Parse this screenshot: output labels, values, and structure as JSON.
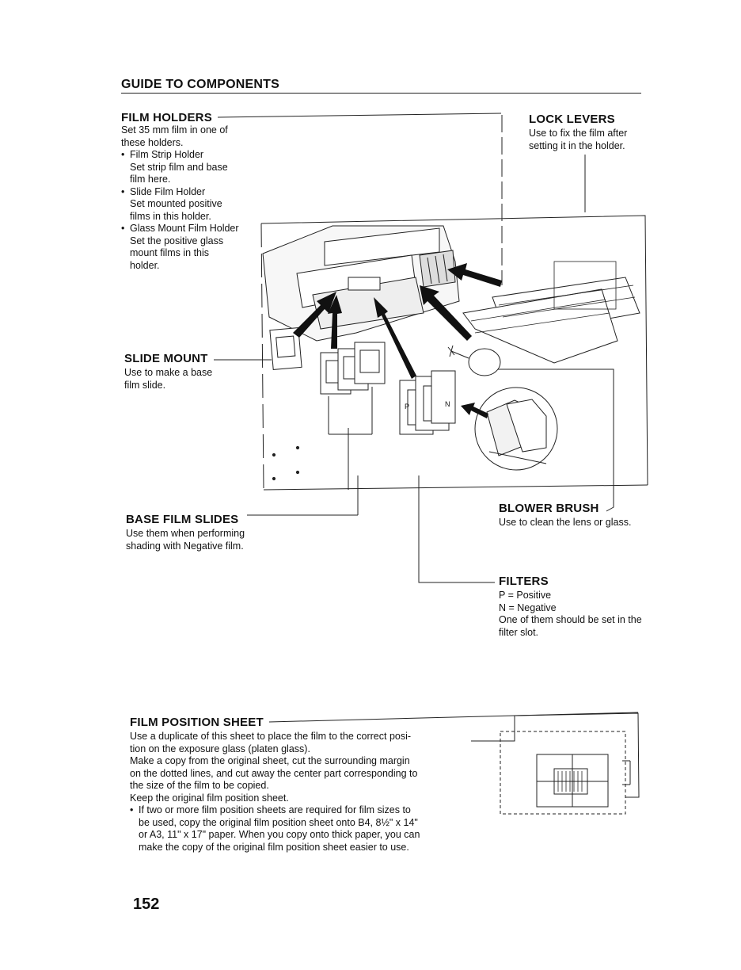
{
  "page": {
    "title": "GUIDE TO COMPONENTS",
    "number": "152"
  },
  "film_holders": {
    "heading": "FILM HOLDERS",
    "intro": [
      "Set 35 mm film in one of",
      "these holders."
    ],
    "items": [
      {
        "name": "Film Strip Holder",
        "desc": [
          "Set strip film and base",
          "film here."
        ]
      },
      {
        "name": "Slide Film Holder",
        "desc": [
          "Set mounted positive",
          "films in this holder."
        ]
      },
      {
        "name": "Glass Mount Film Holder",
        "desc": [
          "Set the positive glass",
          "mount films in this",
          "holder."
        ]
      }
    ]
  },
  "lock_levers": {
    "heading": "LOCK LEVERS",
    "desc": [
      "Use to fix the film after",
      "setting it in the holder."
    ]
  },
  "slide_mount": {
    "heading": "SLIDE MOUNT",
    "desc": [
      "Use to make a base",
      "film slide."
    ]
  },
  "base_film_slides": {
    "heading": "BASE FILM SLIDES",
    "desc": [
      "Use them when performing",
      "shading with Negative film."
    ]
  },
  "blower_brush": {
    "heading": "BLOWER BRUSH",
    "desc": [
      "Use to clean the lens or glass."
    ]
  },
  "filters": {
    "heading": "FILTERS",
    "desc": [
      "P = Positive",
      "N = Negative",
      "One of them should be set in the",
      "filter slot."
    ]
  },
  "film_position_sheet": {
    "heading": "FILM POSITION SHEET",
    "paragraphs": [
      [
        "Use a duplicate of this sheet to place the film to the correct posi-",
        "tion on the exposure glass (platen glass)."
      ],
      [
        "Make a copy from the original sheet, cut the surrounding margin",
        "on the dotted lines, and cut away the center part corresponding to",
        "the size of the film to be copied."
      ],
      [
        "Keep the original film position sheet."
      ]
    ],
    "bullet": [
      "If two or more film position sheets are required for film sizes to",
      "be used, copy the original film position sheet onto B4, 8½\" x 14\"",
      "or A3, 11\" x 17\" paper. When you copy onto thick paper, you can",
      "make the copy of the original film position sheet easier to use."
    ]
  },
  "filter_labels": {
    "p": "P",
    "n": "N"
  }
}
